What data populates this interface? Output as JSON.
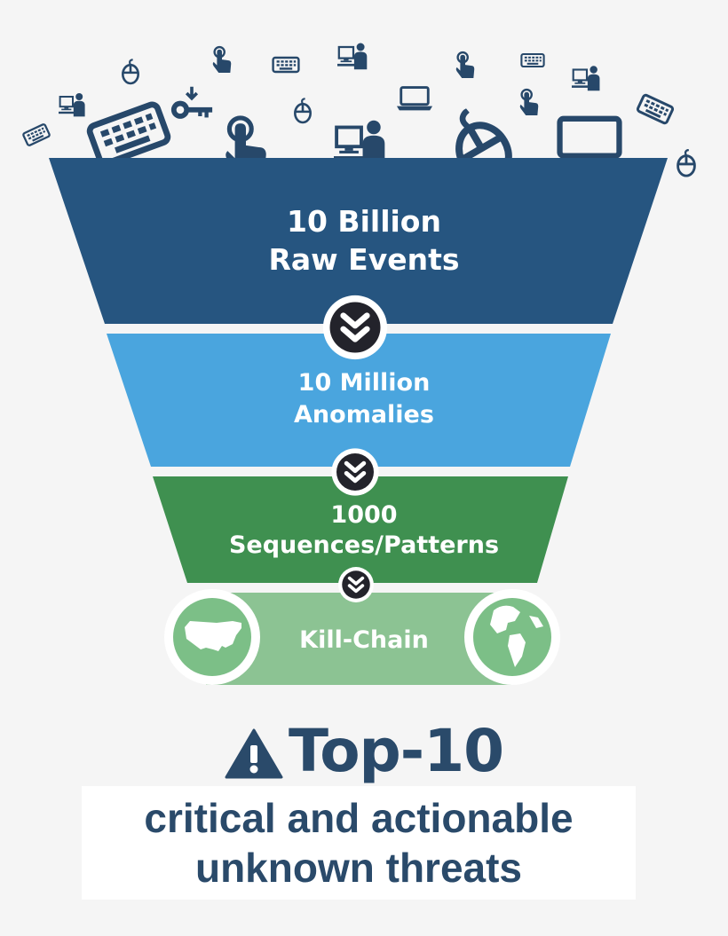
{
  "funnel": {
    "stage1_line1": "10 Billion",
    "stage1_line2": "Raw Events",
    "stage2_line1": "10 Million",
    "stage2_line2": "Anomalies",
    "stage3_line1": "1000",
    "stage3_line2": "Sequences/Patterns",
    "stage4_label": "Kill-Chain"
  },
  "headline": {
    "title": "Top-10",
    "line1": "critical and actionable",
    "line2": "unknown threats"
  },
  "icons": [
    "keyboard-icon",
    "mouse-icon",
    "touch-icon",
    "key-icon",
    "user-computer-icon",
    "laptop-icon",
    "usa-map-icon",
    "globe-icon",
    "chevron-down-icon",
    "warning-icon"
  ],
  "colors": {
    "stage1": "#265580",
    "stage2": "#4aa5de",
    "stage3": "#3f9050",
    "stage4": "#8cc393",
    "title": "#2a4a6a",
    "icons": "#27486a",
    "arrow_circle": "#23232b"
  }
}
